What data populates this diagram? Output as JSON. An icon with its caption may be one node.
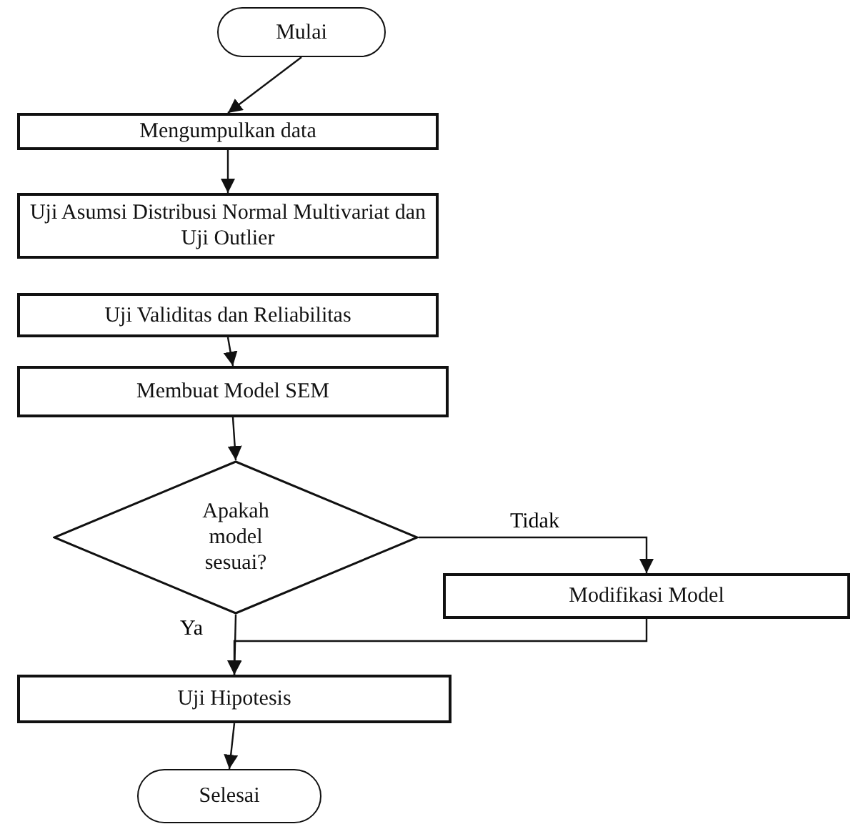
{
  "diagram": {
    "nodes": [
      {
        "text": [
          "Mulai"
        ]
      },
      {
        "text": [
          "Mengumpulkan data"
        ]
      },
      {
        "text": [
          "Uji Asumsi Distribusi Normal Multivariat dan Uji Outlier"
        ]
      },
      {
        "text": [
          "Uji Validitas dan Reliabilitas"
        ]
      },
      {
        "text": [
          "Membuat Model SEM"
        ]
      },
      {
        "text": [
          "Apakah model sesuai?"
        ]
      },
      {
        "text": [
          "Modifikasi Model"
        ]
      },
      {
        "text": [
          "Uji Hipotesis"
        ]
      },
      {
        "text": [
          "Selesai"
        ]
      }
    ],
    "edges": [
      {
        "from": 0,
        "to": 1,
        "arrow": "to"
      },
      {
        "from": 1,
        "to": 2,
        "arrow": "to"
      },
      {
        "from": 3,
        "to": 4,
        "arrow": "to"
      },
      {
        "from": 4,
        "to": 5,
        "arrow": "to"
      },
      {
        "from": 5,
        "to": 6,
        "arrow": "to",
        "label": "Tidak"
      },
      {
        "from": 5,
        "to": 7,
        "arrow": "to",
        "label": "Ya"
      },
      {
        "from": 6,
        "to": 7,
        "arrow": "to"
      },
      {
        "from": 7,
        "to": 8,
        "arrow": "to"
      }
    ]
  }
}
